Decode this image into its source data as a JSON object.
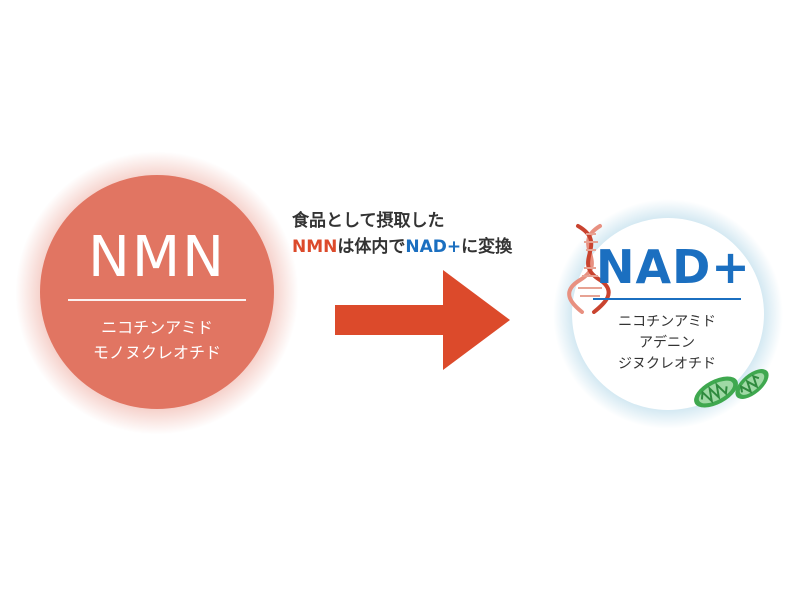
{
  "nmn": {
    "title": "NMN",
    "subtitle_line1": "ニコチンアミド",
    "subtitle_line2": "モノヌクレオチド"
  },
  "caption": {
    "line1": "食品として摂取した",
    "line2_part1": "NMN",
    "line2_part2": "は体内で",
    "line2_part3": "NAD+",
    "line2_part4": "に変換"
  },
  "nad": {
    "title": "NAD+",
    "subtitle_line1": "ニコチンアミド",
    "subtitle_line2": "アデニン",
    "subtitle_line3": "ジヌクレオチド"
  },
  "colors": {
    "nmn_red": "#e17562",
    "arrow_red": "#dc4a2b",
    "nad_blue": "#1b6fc0",
    "glow_blue": "#78b9d7",
    "mito_green": "#3fa84f"
  },
  "icons": [
    "dna-icon",
    "mitochondria-icon",
    "right-arrow-icon"
  ]
}
